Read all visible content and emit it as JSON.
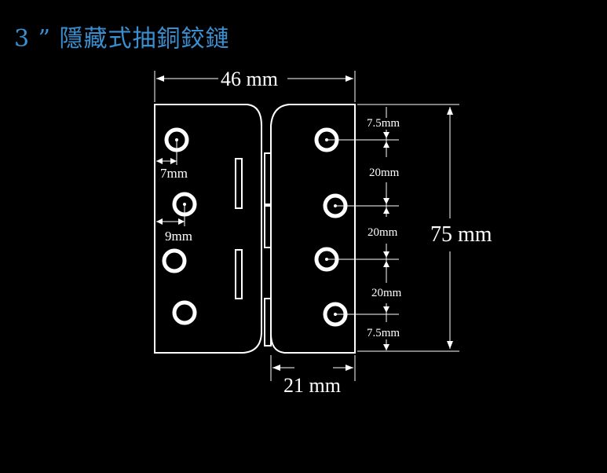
{
  "title": "3 ” 隱藏式抽銅鉸鏈",
  "colors": {
    "background": "#000000",
    "title": "#3a8fd0",
    "lines": "#ffffff"
  },
  "dimensions": {
    "width": "46 mm",
    "height": "75 mm",
    "leaf_width": "21 mm",
    "hole_offset_outer": "7mm",
    "hole_offset_inner": "9mm",
    "edge_top": "7.5mm",
    "spacing_1": "20mm",
    "spacing_2": "20mm",
    "spacing_3": "20mm",
    "edge_bottom": "7.5mm"
  }
}
